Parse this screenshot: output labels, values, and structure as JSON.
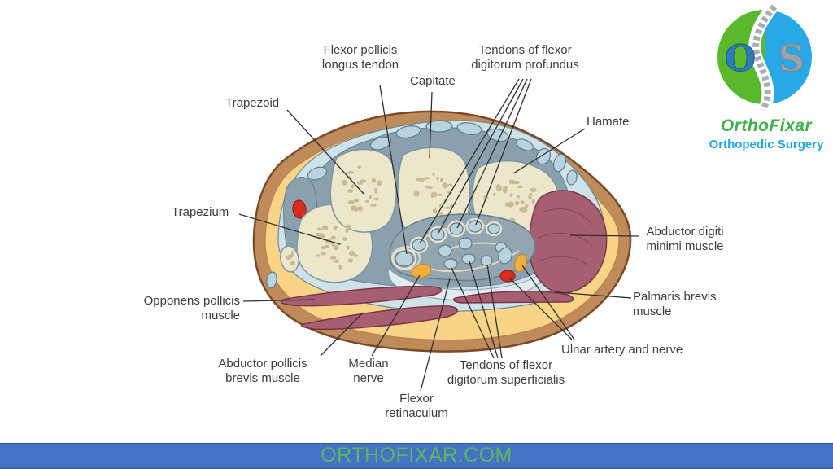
{
  "labels": {
    "flexor_pollicis_longus_tendon": [
      "Flexor pollicis",
      "longus tendon"
    ],
    "capitate": [
      "Capitate"
    ],
    "tendons_flexor_digitorum_profundus": [
      "Tendons of flexor",
      "digitorum profundus"
    ],
    "trapezoid": [
      "Trapezoid"
    ],
    "hamate": [
      "Hamate"
    ],
    "trapezium": [
      "Trapezium"
    ],
    "abductor_digiti_minimi_muscle": [
      "Abductor digiti",
      "minimi muscle"
    ],
    "opponens_pollicis_muscle": [
      "Opponens pollicis",
      "muscle"
    ],
    "palmaris_brevis_muscle": [
      "Palmaris brevis",
      "muscle"
    ],
    "ulnar_artery_and_nerve": [
      "Ulnar artery and nerve"
    ],
    "abductor_pollicis_brevis_muscle": [
      "Abductor pollicis",
      "brevis muscle"
    ],
    "median_nerve": [
      "Median",
      "nerve"
    ],
    "tendons_flexor_digitorum_superficialis": [
      "Tendons of flexor",
      "digitorum superficialis"
    ],
    "flexor_retinaculum": [
      "Flexor",
      "retinaculum"
    ]
  },
  "logo": {
    "letter_left": "O",
    "letter_right": "S",
    "name": "OrthoFixar",
    "tagline": "Orthopedic Surgery"
  },
  "footer": {
    "site": "ORTHOFIXAR.COM"
  },
  "colors": {
    "skin": "#c08b5a",
    "skin_outline": "#7c4a2b",
    "fat": "#f9d386",
    "connective_tissue": "#cfe2e8",
    "bone": "#ece7cb",
    "bone_speckle": "#c8ba92",
    "interosseous_gray": "#8ba0ae",
    "tendon": "#b9d3de",
    "nerve_yellow": "#f0b03e",
    "artery_red": "#d92c20",
    "muscle": "#a65f70",
    "label_text": "#3d3d3d",
    "leader_line": "#2f2f2f",
    "logo_green": "#5ab82d",
    "logo_blue": "#29a8e8",
    "logo_name_green": "#3eb049",
    "logo_tagline_blue": "#1ba7e0",
    "footer_bg": "#4472c4",
    "footer_text": "#5db55c"
  }
}
